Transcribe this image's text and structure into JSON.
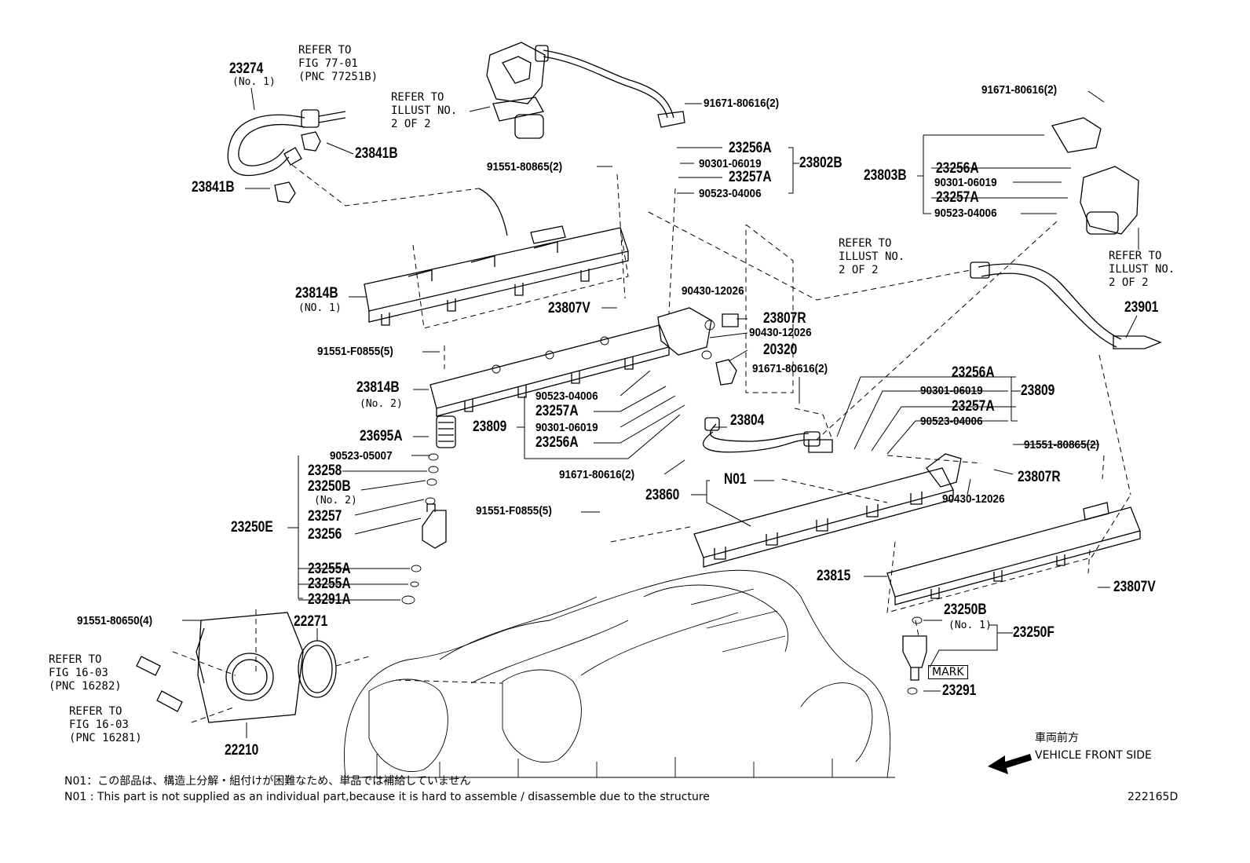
{
  "labels": {
    "l_23274": "23274",
    "l_no1_a": "(No. 1)",
    "l_refer77": "REFER TO\nFIG 77-01\n(PNC 77251B)",
    "l_23841b_a": "23841B",
    "l_23841b_b": "23841B",
    "l_referillus1": "REFER TO\nILLUST NO.\n2 OF 2",
    "l_91671_top": "91671-80616(2)",
    "l_23256a_1": "23256A",
    "l_90301_1": "90301-06019",
    "l_23802b": "23802B",
    "l_23257a_1": "23257A",
    "l_90523_1": "90523-04006",
    "l_91551_80865_a": "91551-80865(2)",
    "l_91671_right": "91671-80616(2)",
    "l_23803b": "23803B",
    "l_23256a_2": "23256A",
    "l_90301_2": "90301-06019",
    "l_23257a_2": "23257A",
    "l_90523_2": "90523-04006",
    "l_referillus2": "REFER TO\nILLUST NO.\n2 OF 2",
    "l_referillus3": "REFER TO\nILLUST NO.\n2 OF 2",
    "l_23814b_1": "23814B",
    "l_no1_b": "(NO. 1)",
    "l_23807v_1": "23807V",
    "l_90430_a": "90430-12026",
    "l_23807r_1": "23807R",
    "l_90430_b": "90430-12026",
    "l_20320": "20320",
    "l_23901": "23901",
    "l_91551_f0855_a": "91551-F0855(5)",
    "l_91671_mid": "91671-80616(2)",
    "l_23256a_3": "23256A",
    "l_90301_3": "90301-06019",
    "l_23809_r": "23809",
    "l_23257a_3": "23257A",
    "l_90523_3": "90523-04006",
    "l_23814b_2": "23814B",
    "l_no2_a": "(No. 2)",
    "l_90523_4": "90523-04006",
    "l_23257a_4": "23257A",
    "l_23809_l": "23809",
    "l_90301_4": "90301-06019",
    "l_23256a_4": "23256A",
    "l_23804": "23804",
    "l_23695a": "23695A",
    "l_91551_80865_b": "91551-80865(2)",
    "l_90523_05007": "90523-05007",
    "l_23258": "23258",
    "l_23250b_2": "23250B",
    "l_no2_b": "(No. 2)",
    "l_23257": "23257",
    "l_23250e": "23250E",
    "l_23256": "23256",
    "l_91671_low": "91671-80616(2)",
    "l_n01": "N01",
    "l_23807r_2": "23807R",
    "l_23860": "23860",
    "l_90430_c": "90430-12026",
    "l_91551_f0855_b": "91551-F0855(5)",
    "l_23255a_1": "23255A",
    "l_23255a_2": "23255A",
    "l_23291a": "23291A",
    "l_23815": "23815",
    "l_23807v_2": "23807V",
    "l_91551_80650": "91551-80650(4)",
    "l_22271": "22271",
    "l_23250b_1": "23250B",
    "l_no1_c": "(No. 1)",
    "l_23250f": "23250F",
    "l_mark": "MARK",
    "l_23291": "23291",
    "l_refer16_03a": "REFER TO\nFIG 16-03\n(PNC 16282)",
    "l_refer16_03b": "REFER TO\nFIG 16-03\n(PNC 16281)",
    "l_22210": "22210",
    "l_front_jp": "車両前方",
    "l_front_en": "VEHICLE FRONT SIDE",
    "l_note_jp": "N01：この部品は、構造上分解・組付けが困難なため、単品では補給していません",
    "l_note_en": "N01 : This part is not supplied as an individual part,because it is hard to assemble / disassemble due to the structure",
    "l_code": "222165D"
  }
}
